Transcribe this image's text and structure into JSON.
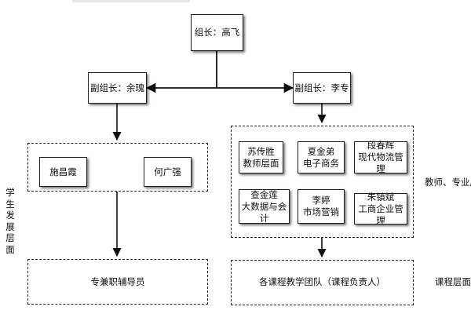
{
  "leader": "组长：高飞",
  "deputy_left": "副组长：余瑰",
  "deputy_right": "副组长：李专",
  "student_members": [
    "施昌霞",
    "何广强"
  ],
  "teachers": [
    {
      "name": "苏传胜",
      "dept": "教师层面"
    },
    {
      "name": "夏金弟",
      "dept": "电子商务"
    },
    {
      "name": "段春辉",
      "dept": "现代物流管理"
    },
    {
      "name": "查金莲",
      "dept": "大数据与会计"
    },
    {
      "name": "李婷",
      "dept": "市场营销"
    },
    {
      "name": "朱镇斌",
      "dept": "工商企业管理"
    }
  ],
  "bottom_left": "专兼职辅导员",
  "bottom_right": "各课程教学团队（课程负责人）",
  "label_student_level": "学生发展层面",
  "label_teacher_level": "教师、专业层面",
  "label_course_level": "课程层面"
}
